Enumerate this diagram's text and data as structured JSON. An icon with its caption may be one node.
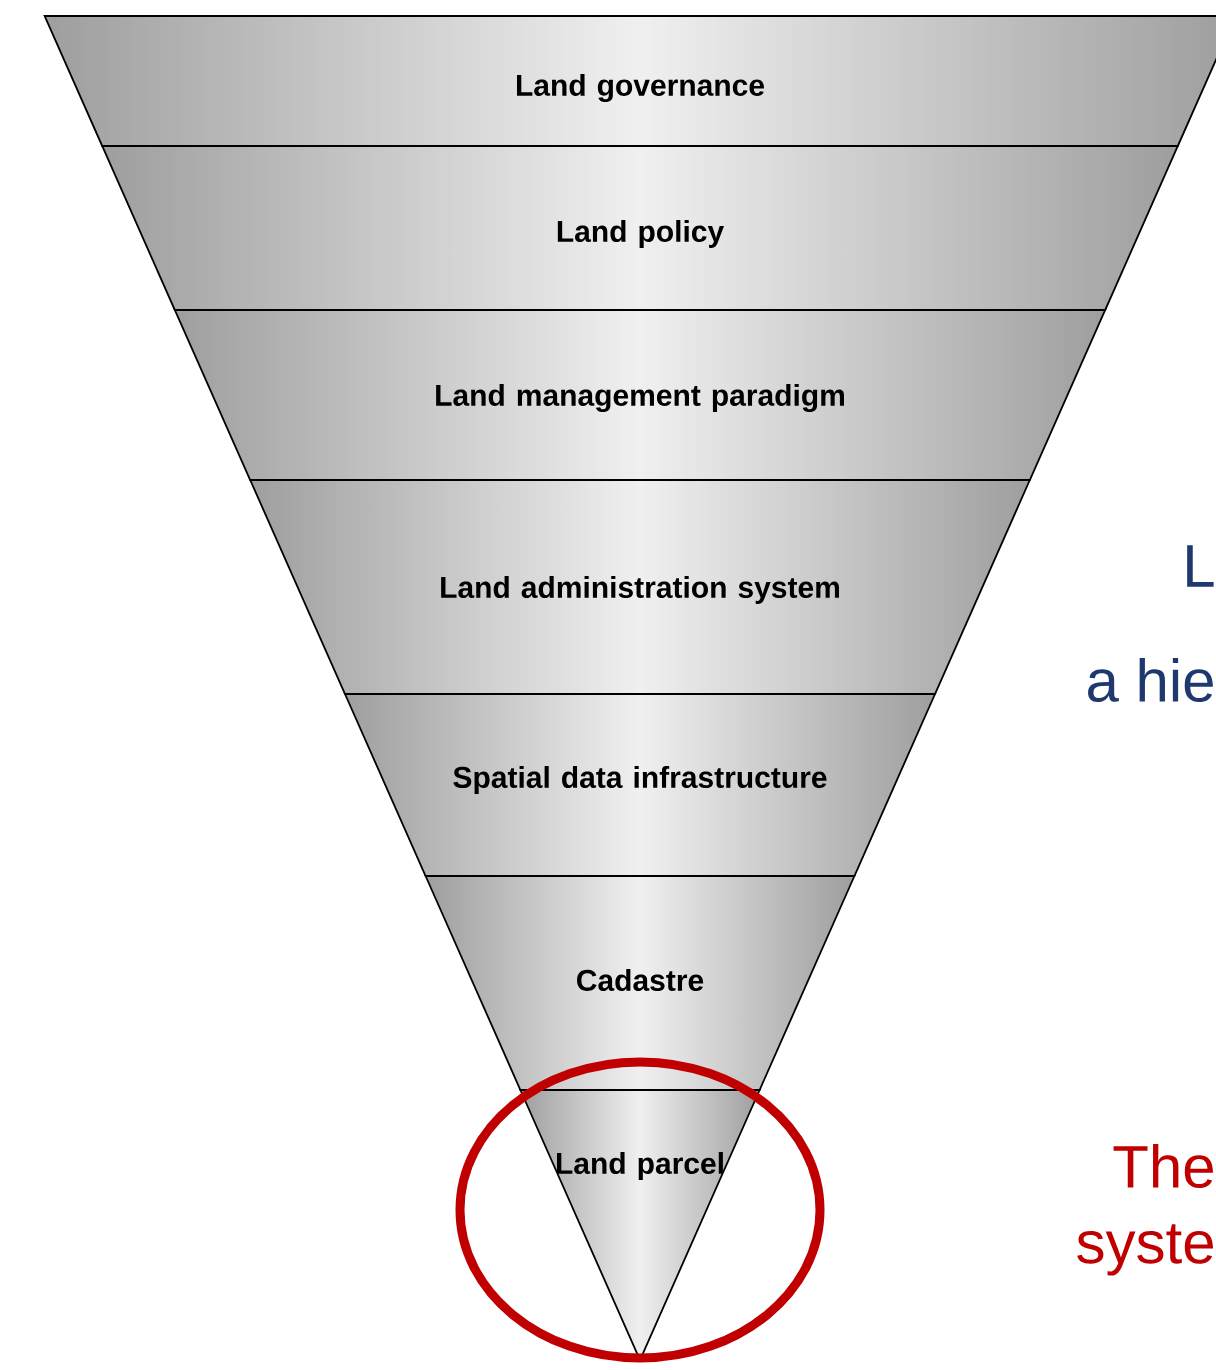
{
  "diagram": {
    "nodes": [
      {
        "text": [
          "Land governance"
        ]
      },
      {
        "text": [
          "Land policy"
        ]
      },
      {
        "text": [
          "Land management paradigm"
        ]
      },
      {
        "text": [
          "Land administration system"
        ]
      },
      {
        "text": [
          "Spatial data infrastructure"
        ]
      },
      {
        "text": [
          "Cadastre"
        ]
      },
      {
        "text": [
          "Land parcel"
        ]
      }
    ],
    "labels": [
      "L",
      "a hie",
      "The",
      "syste"
    ]
  }
}
